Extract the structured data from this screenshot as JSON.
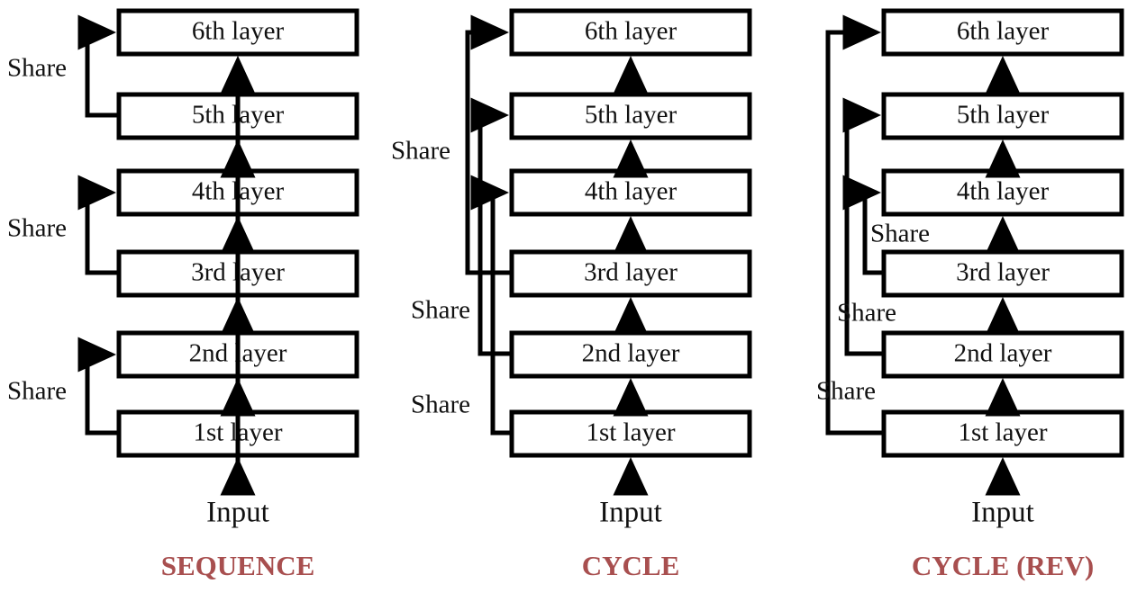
{
  "figure": {
    "background_color": "#ffffff",
    "line_color": "#000000",
    "text_color": "#111111",
    "title_color": "#A84F4F"
  },
  "layers": [
    {
      "id": "l1",
      "label": "1st layer"
    },
    {
      "id": "l2",
      "label": "2nd layer"
    },
    {
      "id": "l3",
      "label": "3rd layer"
    },
    {
      "id": "l4",
      "label": "4th layer"
    },
    {
      "id": "l5",
      "label": "5th layer"
    },
    {
      "id": "l6",
      "label": "6th layer"
    }
  ],
  "common": {
    "input_label": "Input",
    "share_label": "Share"
  },
  "panels": [
    {
      "id": "sequence",
      "title": "SEQUENCE",
      "boxes": [
        {
          "label": "6th layer"
        },
        {
          "label": "5th layer"
        },
        {
          "label": "4th layer"
        },
        {
          "label": "3rd layer"
        },
        {
          "label": "2nd layer"
        },
        {
          "label": "1st layer"
        }
      ],
      "input_label": "Input",
      "share_connections": [
        {
          "from": "5th layer",
          "to": "6th layer",
          "label": "Share"
        },
        {
          "from": "3rd layer",
          "to": "4th layer",
          "label": "Share"
        },
        {
          "from": "1st layer",
          "to": "2nd layer",
          "label": "Share"
        }
      ]
    },
    {
      "id": "cycle",
      "title": "CYCLE",
      "boxes": [
        {
          "label": "6th layer"
        },
        {
          "label": "5th layer"
        },
        {
          "label": "4th layer"
        },
        {
          "label": "3rd layer"
        },
        {
          "label": "2nd layer"
        },
        {
          "label": "1st layer"
        }
      ],
      "input_label": "Input",
      "share_connections": [
        {
          "from": "3rd layer",
          "to": "6th layer",
          "label": "Share"
        },
        {
          "from": "2nd layer",
          "to": "5th layer",
          "label": "Share"
        },
        {
          "from": "1st layer",
          "to": "4th layer",
          "label": "Share"
        }
      ]
    },
    {
      "id": "cycle-rev",
      "title": "CYCLE (REV)",
      "boxes": [
        {
          "label": "6th layer"
        },
        {
          "label": "5th layer"
        },
        {
          "label": "4th layer"
        },
        {
          "label": "3rd layer"
        },
        {
          "label": "2nd layer"
        },
        {
          "label": "1st layer"
        }
      ],
      "input_label": "Input",
      "share_connections": [
        {
          "from": "1st layer",
          "to": "6th layer",
          "label": "Share"
        },
        {
          "from": "2nd layer",
          "to": "5th layer",
          "label": "Share"
        },
        {
          "from": "3rd layer",
          "to": "4th layer",
          "label": "Share"
        }
      ]
    }
  ],
  "chart_data": {
    "type": "diagram",
    "title": "Layer weight-sharing schemes",
    "variants": [
      "SEQUENCE",
      "CYCLE",
      "CYCLE (REV)"
    ],
    "layer_count": 6,
    "layer_names": [
      "1st layer",
      "2nd layer",
      "3rd layer",
      "4th layer",
      "5th layer",
      "6th layer"
    ],
    "edges": {
      "SEQUENCE": [
        [
          "5th layer",
          "6th layer"
        ],
        [
          "3rd layer",
          "4th layer"
        ],
        [
          "1st layer",
          "2nd layer"
        ]
      ],
      "CYCLE": [
        [
          "3rd layer",
          "6th layer"
        ],
        [
          "2nd layer",
          "5th layer"
        ],
        [
          "1st layer",
          "4th layer"
        ]
      ],
      "CYCLE (REV)": [
        [
          "1st layer",
          "6th layer"
        ],
        [
          "2nd layer",
          "5th layer"
        ],
        [
          "3rd layer",
          "4th layer"
        ]
      ]
    }
  }
}
